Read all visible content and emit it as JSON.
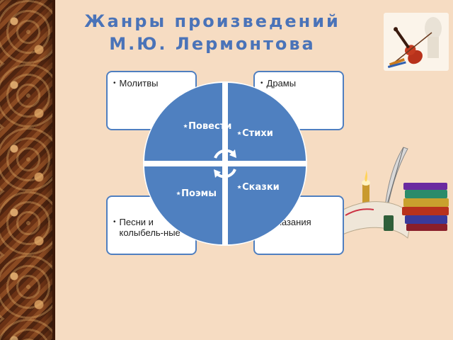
{
  "title": {
    "line1": "Жанры произведений",
    "line2": "М.Ю. Лермонтова"
  },
  "cards": {
    "top_left": "Молитвы",
    "top_right": "Драмы",
    "bottom_left": "Песни и колыбель-ные",
    "bottom_right": "Сказания"
  },
  "quadrants": {
    "top_left": "⋆Повести",
    "top_right": "⋆Стихи",
    "bottom_left": "⋆Поэмы",
    "bottom_right": "⋆Сказки"
  },
  "colors": {
    "accent": "#4a73b8",
    "quadrant_fill": "#4f80c0",
    "background": "#f6dcc2",
    "frame": "#5a2a12"
  },
  "icons": [
    "ornament-border",
    "violin-illustration",
    "books-quill-illustration",
    "cycle-arrows-icon"
  ]
}
